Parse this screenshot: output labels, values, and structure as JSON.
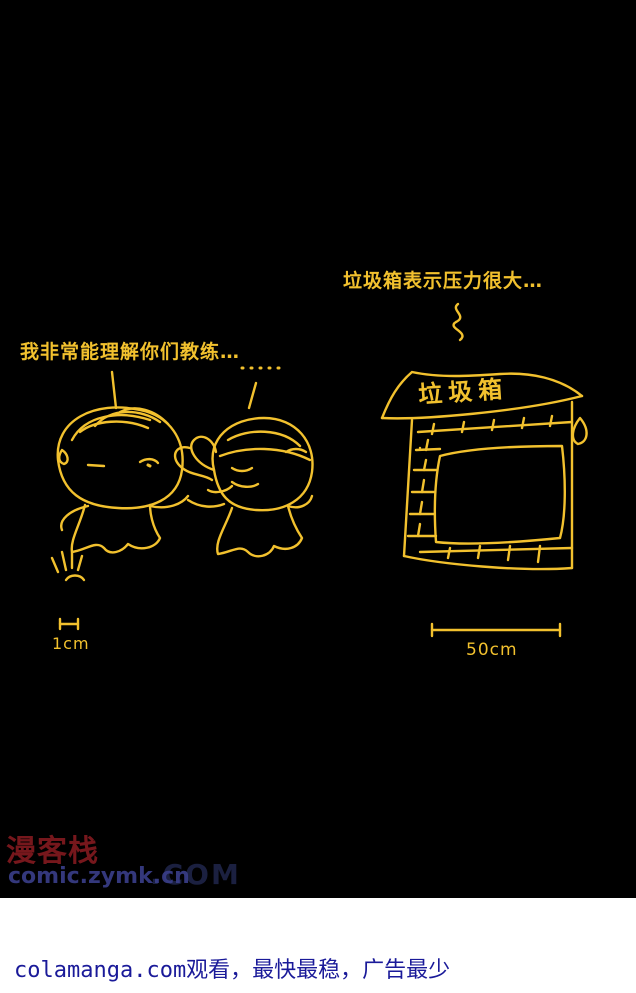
{
  "comic": {
    "caption_left": "我非常能理解你们教练…",
    "caption_right": "垃圾箱表示压力很大…",
    "sign_text": "垃圾箱",
    "measure_small": "1cm",
    "measure_large": "50cm"
  },
  "watermark": {
    "site_name": "漫客栈",
    "site_url": "comic.zymk.cn",
    "ghost_text": ".COM"
  },
  "footer": {
    "text": "colamanga.com观看，最快最稳，广告最少"
  },
  "colors": {
    "panel_background": "#000000",
    "line_art": "#f2c12e",
    "footer_text": "#1a1a99"
  }
}
